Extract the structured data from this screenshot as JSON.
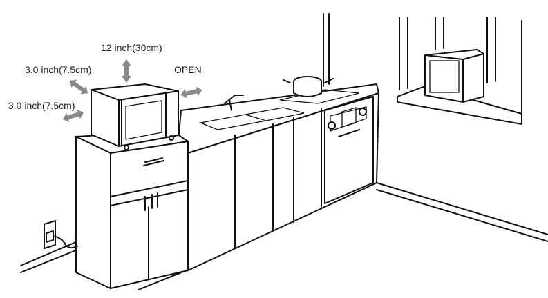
{
  "labels": {
    "top_clearance": "12 inch(30cm)",
    "back_clearance": "3.0 inch(7.5cm)",
    "side_clearance": "3.0 inch(7.5cm)",
    "open_side": "OPEN"
  },
  "colors": {
    "arrow": "#888888",
    "line": "#111111"
  }
}
